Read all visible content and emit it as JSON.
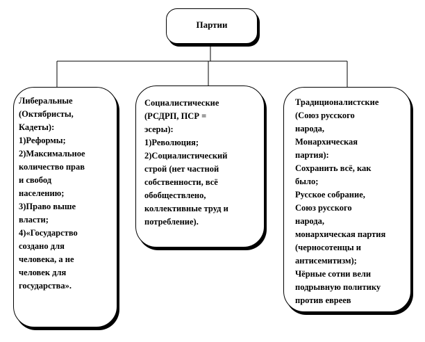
{
  "root": {
    "title": "Партии"
  },
  "liberal": {
    "lines": [
      "Либеральные",
      "(Октябристы,",
      "Кадеты):",
      "1)Реформы;",
      "2)Максимальное",
      "количество прав",
      "и свобод",
      "населению;",
      "3)Право выше",
      "власти;",
      "4)«Государство",
      "создано для",
      "человека, а не",
      "человек для",
      "государства»."
    ]
  },
  "socialist": {
    "lines": [
      "Социалистические",
      "(РСДРП, ПСР =",
      "эсеры):",
      "1)Революция;",
      "2)Социалистический",
      "строй (нет частной",
      "собственности, всё",
      "обобществлено,",
      "коллективные труд и",
      "потребление)."
    ]
  },
  "traditional": {
    "lines": [
      "Традиционалистские",
      "(Союз русского",
      "народа,",
      "Монархическая",
      "партия):",
      "Сохранить всё, как",
      "было;",
      "Русское собрание,",
      "Союз русского",
      "народа,",
      "монархическая партия",
      "(черносотенцы и",
      "антисемитизм);",
      "Чёрные сотни вели",
      "подрывную политику",
      "против евреев"
    ]
  }
}
